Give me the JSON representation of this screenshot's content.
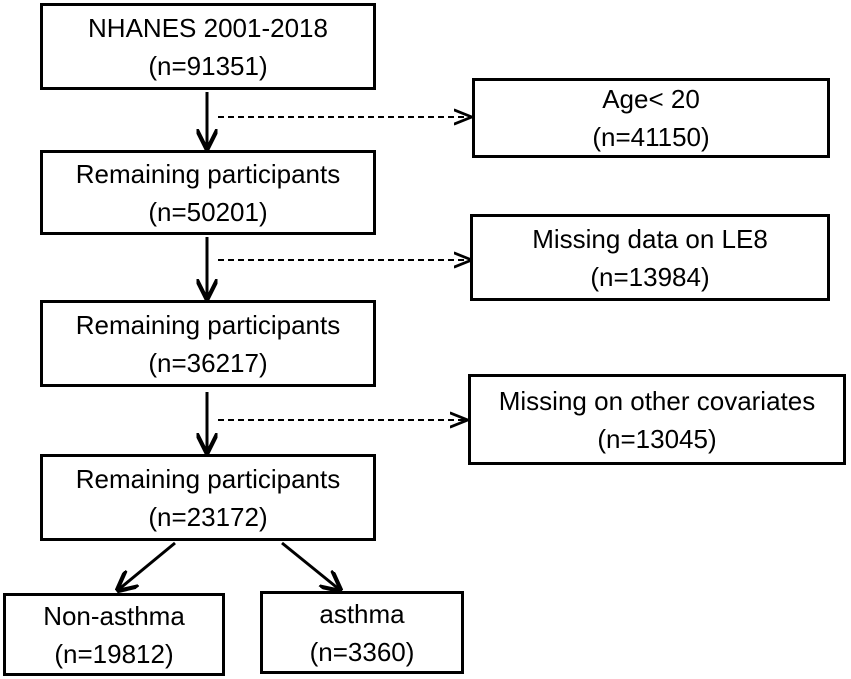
{
  "main_flow": [
    {
      "line1": "NHANES 2001-2018",
      "line2": "(n=91351)"
    },
    {
      "line1": "Remaining participants",
      "line2": "(n=50201)"
    },
    {
      "line1": "Remaining participants",
      "line2": "(n=36217)"
    },
    {
      "line1": "Remaining participants",
      "line2": "(n=23172)"
    }
  ],
  "exclusions": [
    {
      "line1": "Age< 20",
      "line2": "(n=41150)"
    },
    {
      "line1": "Missing data on LE8",
      "line2": "(n=13984)"
    },
    {
      "line1": "Missing on other covariates",
      "line2": "(n=13045)"
    }
  ],
  "groups": [
    {
      "line1": "Non-asthma",
      "line2": "(n=19812)"
    },
    {
      "line1": "asthma",
      "line2": "(n=3360)"
    }
  ]
}
